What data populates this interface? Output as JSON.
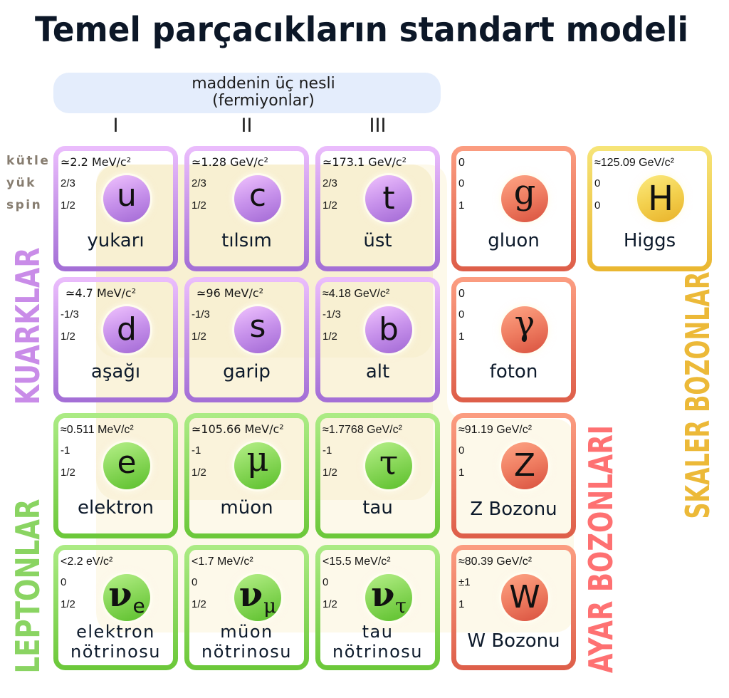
{
  "title": "Temel parçacıkların standart modeli",
  "fermion_header": {
    "line1": "maddenin üç nesli",
    "line2": "(fermiyonlar)"
  },
  "generations": [
    "I",
    "II",
    "III"
  ],
  "property_labels": {
    "mass": "kütle",
    "charge": "yük",
    "spin": "spin"
  },
  "group_labels": {
    "quarks": "KUARKLAR",
    "leptons": "LEPTONLAR",
    "gauge_bosons": "AYAR BOZONLARI",
    "scalar_bosons": "SKALER BOZONLAR"
  },
  "colors": {
    "quarks": "#c98ce8",
    "leptons": "#8ad462",
    "gauge_bosons": "#fe7172",
    "scalar_bosons": "#ecb938",
    "fermion_header_fill": "#e4edfc",
    "property_labels": "#877d70",
    "title": "#0c1727"
  },
  "particles": {
    "quarks": {
      "up": {
        "symbol": "u",
        "name": "yukarı",
        "mass": "≃2.2 MeV/c²",
        "charge": "2/3",
        "spin": "1/2"
      },
      "charm": {
        "symbol": "c",
        "name": "tılsım",
        "mass": "≃1.28 GeV/c²",
        "charge": "2/3",
        "spin": "1/2"
      },
      "top": {
        "symbol": "t",
        "name": "üst",
        "mass": "≃173.1 GeV/c²",
        "charge": "2/3",
        "spin": "1/2"
      },
      "down": {
        "symbol": "d",
        "name": "aşağı",
        "mass": "≃4.7 MeV/c²",
        "charge": "-1/3",
        "spin": "1/2"
      },
      "strange": {
        "symbol": "s",
        "name": "garip",
        "mass": "≃96 MeV/c²",
        "charge": "-1/3",
        "spin": "1/2"
      },
      "bottom": {
        "symbol": "b",
        "name": "alt",
        "mass": "≈4.18 GeV/c²",
        "charge": "-1/3",
        "spin": "1/2"
      }
    },
    "leptons": {
      "electron": {
        "symbol": "e",
        "name": "elektron",
        "mass": "≈0.511 MeV/c²",
        "charge": "-1",
        "spin": "1/2"
      },
      "muon": {
        "symbol": "μ",
        "name": "müon",
        "mass": "≃105.66 MeV/c²",
        "charge": "-1",
        "spin": "1/2"
      },
      "tau": {
        "symbol": "τ",
        "name": "tau",
        "mass": "≈1.7768 GeV/c²",
        "charge": "-1",
        "spin": "1/2"
      },
      "electron_neutrino": {
        "symbol": "ν",
        "symbol_subscript": "e",
        "name": "elektron nötrinosu",
        "mass": "<2.2 eV/c²",
        "charge": "0",
        "spin": "1/2"
      },
      "muon_neutrino": {
        "symbol": "ν",
        "symbol_subscript": "μ",
        "name": "müon nötrinosu",
        "mass": "<1.7 MeV/c²",
        "charge": "0",
        "spin": "1/2"
      },
      "tau_neutrino": {
        "symbol": "ν",
        "symbol_subscript": "τ",
        "name": "tau nötrinosu",
        "mass": "<15.5 MeV/c²",
        "charge": "0",
        "spin": "1/2"
      }
    },
    "gauge_bosons": {
      "gluon": {
        "symbol": "g",
        "name": "gluon",
        "mass": "0",
        "charge": "0",
        "spin": "1"
      },
      "photon": {
        "symbol": "γ",
        "name": "foton",
        "mass": "0",
        "charge": "0",
        "spin": "1"
      },
      "z_boson": {
        "symbol": "Z",
        "name": "Z Bozonu",
        "mass": "≈91.19 GeV/c²",
        "charge": "0",
        "spin": "1"
      },
      "w_boson": {
        "symbol": "W",
        "name": "W Bozonu",
        "mass": "≈80.39 GeV/c²",
        "charge": "±1",
        "spin": "1"
      }
    },
    "scalar_bosons": {
      "higgs": {
        "symbol": "H",
        "name": "Higgs",
        "mass": "≈125.09 GeV/c²",
        "charge": "0",
        "spin": "0"
      }
    }
  }
}
